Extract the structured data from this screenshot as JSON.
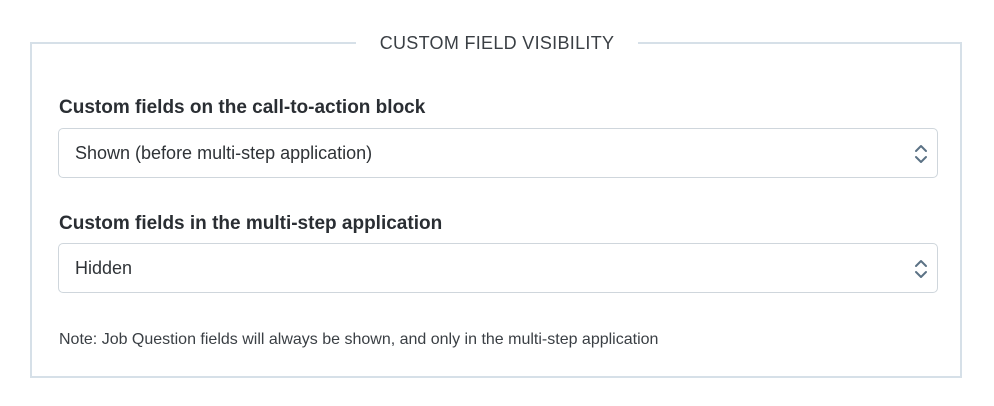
{
  "fieldset": {
    "legend": "CUSTOM FIELD VISIBILITY"
  },
  "fields": [
    {
      "label": "Custom fields on the call-to-action block",
      "selected": "Shown (before multi-step application)"
    },
    {
      "label": "Custom fields in the multi-step application",
      "selected": "Hidden"
    }
  ],
  "note": "Note: Job Question fields will always be shown, and only in the multi-step application",
  "colors": {
    "border": "#d6e0e8",
    "select_border": "#cfd6dc",
    "arrow": "#5b7285"
  },
  "icons": {
    "select_arrow": "chevron-up-down-icon"
  }
}
